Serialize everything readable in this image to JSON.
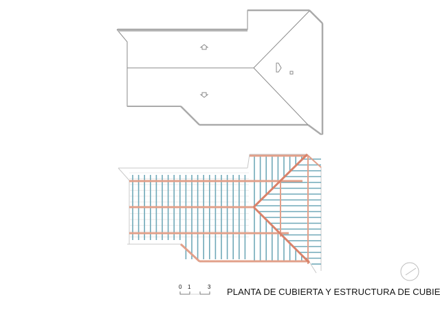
{
  "drawing": {
    "title": "PLANTA DE CUBIERTA Y ESTRUCTURA DE CUBIERTA",
    "scale_bar": {
      "labels": [
        "0",
        "1",
        "3"
      ]
    }
  },
  "colors": {
    "outline": "#8a8a8a",
    "rafter": "#6fa8b8",
    "beam": "#e2a08a",
    "hip": "#d9826a"
  }
}
